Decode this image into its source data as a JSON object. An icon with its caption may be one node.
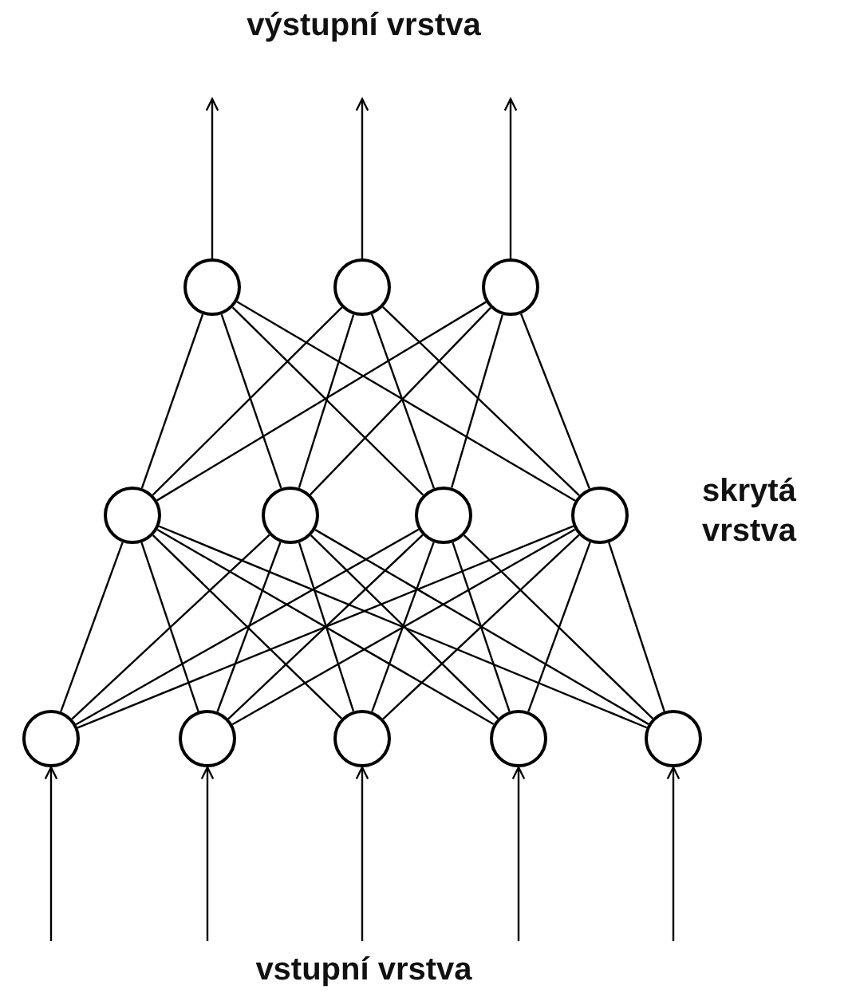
{
  "diagram": {
    "nodes": [
      {
        "text": [],
        "shape": "circle"
      },
      {
        "text": [],
        "shape": "circle"
      },
      {
        "text": [],
        "shape": "circle"
      },
      {
        "text": [],
        "shape": "circle"
      },
      {
        "text": [],
        "shape": "circle"
      },
      {
        "text": [],
        "shape": "circle"
      },
      {
        "text": [],
        "shape": "circle"
      },
      {
        "text": [],
        "shape": "circle"
      },
      {
        "text": [],
        "shape": "circle"
      },
      {
        "text": [],
        "shape": "circle"
      },
      {
        "text": [],
        "shape": "circle"
      },
      {
        "text": [],
        "shape": "circle"
      }
    ],
    "edges": [
      {
        "from": 0,
        "to": null,
        "arrow": "to"
      },
      {
        "from": 1,
        "to": null,
        "arrow": "to"
      },
      {
        "from": 2,
        "to": null,
        "arrow": "to"
      },
      {
        "from": 3,
        "to": 0,
        "arrow": "none"
      },
      {
        "from": 3,
        "to": 1,
        "arrow": "none"
      },
      {
        "from": 3,
        "to": 2,
        "arrow": "none"
      },
      {
        "from": 4,
        "to": 0,
        "arrow": "none"
      },
      {
        "from": 4,
        "to": 1,
        "arrow": "none"
      },
      {
        "from": 4,
        "to": 2,
        "arrow": "none"
      },
      {
        "from": 5,
        "to": 0,
        "arrow": "none"
      },
      {
        "from": 5,
        "to": 1,
        "arrow": "none"
      },
      {
        "from": 5,
        "to": 2,
        "arrow": "none"
      },
      {
        "from": 6,
        "to": 0,
        "arrow": "none"
      },
      {
        "from": 6,
        "to": 1,
        "arrow": "none"
      },
      {
        "from": 6,
        "to": 2,
        "arrow": "none"
      },
      {
        "from": 7,
        "to": 3,
        "arrow": "none"
      },
      {
        "from": 7,
        "to": 4,
        "arrow": "none"
      },
      {
        "from": 7,
        "to": 5,
        "arrow": "none"
      },
      {
        "from": 7,
        "to": 6,
        "arrow": "none"
      },
      {
        "from": 8,
        "to": 3,
        "arrow": "none"
      },
      {
        "from": 8,
        "to": 4,
        "arrow": "none"
      },
      {
        "from": 8,
        "to": 5,
        "arrow": "none"
      },
      {
        "from": 8,
        "to": 6,
        "arrow": "none"
      },
      {
        "from": 9,
        "to": 3,
        "arrow": "none"
      },
      {
        "from": 9,
        "to": 4,
        "arrow": "none"
      },
      {
        "from": 9,
        "to": 5,
        "arrow": "none"
      },
      {
        "from": 9,
        "to": 6,
        "arrow": "none"
      },
      {
        "from": 10,
        "to": 3,
        "arrow": "none"
      },
      {
        "from": 10,
        "to": 4,
        "arrow": "none"
      },
      {
        "from": 10,
        "to": 5,
        "arrow": "none"
      },
      {
        "from": 10,
        "to": 6,
        "arrow": "none"
      },
      {
        "from": 11,
        "to": 3,
        "arrow": "none"
      },
      {
        "from": 11,
        "to": 4,
        "arrow": "none"
      },
      {
        "from": 11,
        "to": 5,
        "arrow": "none"
      },
      {
        "from": 11,
        "to": 6,
        "arrow": "none"
      },
      {
        "from": null,
        "to": 7,
        "arrow": "to"
      },
      {
        "from": null,
        "to": 8,
        "arrow": "to"
      },
      {
        "from": null,
        "to": 9,
        "arrow": "to"
      },
      {
        "from": null,
        "to": 10,
        "arrow": "to"
      },
      {
        "from": null,
        "to": 11,
        "arrow": "to"
      }
    ],
    "labels": [
      "výstupní vrstva",
      "skrytá vrstva",
      "vstupní vrstva"
    ]
  }
}
